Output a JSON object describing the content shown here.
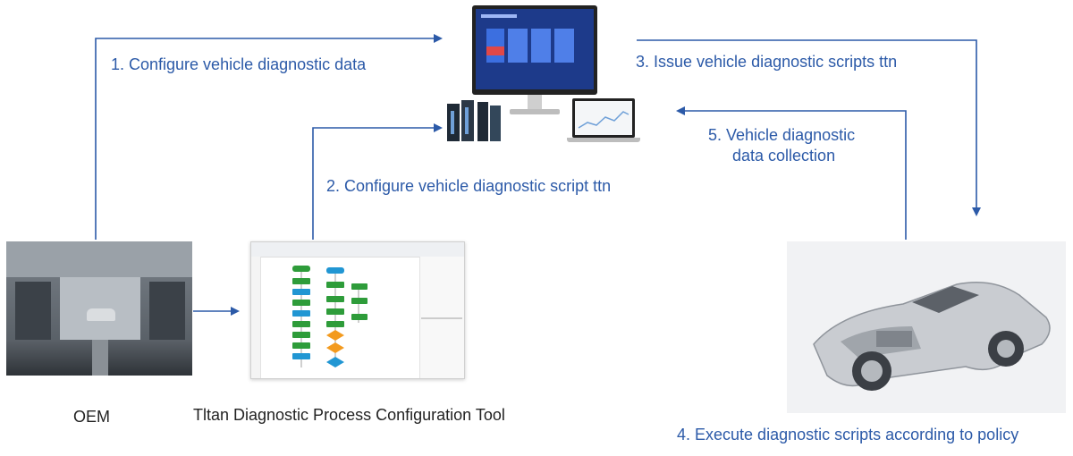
{
  "steps": {
    "step1": "1. Configure vehicle diagnostic data",
    "step2": "2. Configure vehicle diagnostic script ttn",
    "step3": "3. Issue vehicle diagnostic scripts ttn",
    "step4": "4. Execute diagnostic scripts according to policy",
    "step5_line1": "5. Vehicle diagnostic",
    "step5_line2": "data collection"
  },
  "captions": {
    "oem": "OEM",
    "tool": "Tltan Diagnostic Process Configuration Tool"
  },
  "colors": {
    "arrow": "#2c5aa8",
    "text_blue": "#2c5aa8"
  }
}
